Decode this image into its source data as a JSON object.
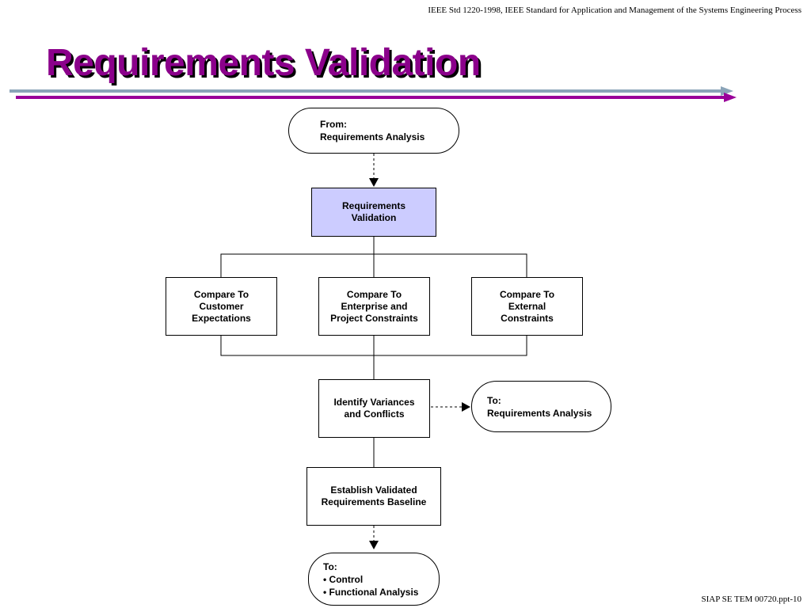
{
  "header": {
    "standard_note": "IEEE Std 1220-1998, IEEE Standard for Application and Management of the Systems Engineering Process"
  },
  "title": "Requirements Validation",
  "colors": {
    "title": "#8b008b",
    "title_shadow": "#000000",
    "rule_gray": "#8aa4b8",
    "rule_purple": "#990099",
    "highlight_fill": "#ccccff"
  },
  "diagram": {
    "from_source": {
      "line1": "From:",
      "line2": "Requirements Analysis"
    },
    "requirements_validation": "Requirements\nValidation",
    "compare_customer": "Compare To\nCustomer\nExpectations",
    "compare_enterprise": "Compare To\nEnterprise and\nProject Constraints",
    "compare_external": "Compare To\nExternal\nConstraints",
    "identify_variances": "Identify Variances\nand Conflicts",
    "to_requirements": {
      "line1": "To:",
      "line2": "Requirements Analysis"
    },
    "establish_baseline": "Establish Validated\nRequirements Baseline",
    "to_outputs": {
      "line1": "To:",
      "items": [
        "Control",
        "Functional Analysis"
      ]
    }
  },
  "footer": {
    "slide_id": "SIAP SE TEM 00720.ppt-10"
  }
}
